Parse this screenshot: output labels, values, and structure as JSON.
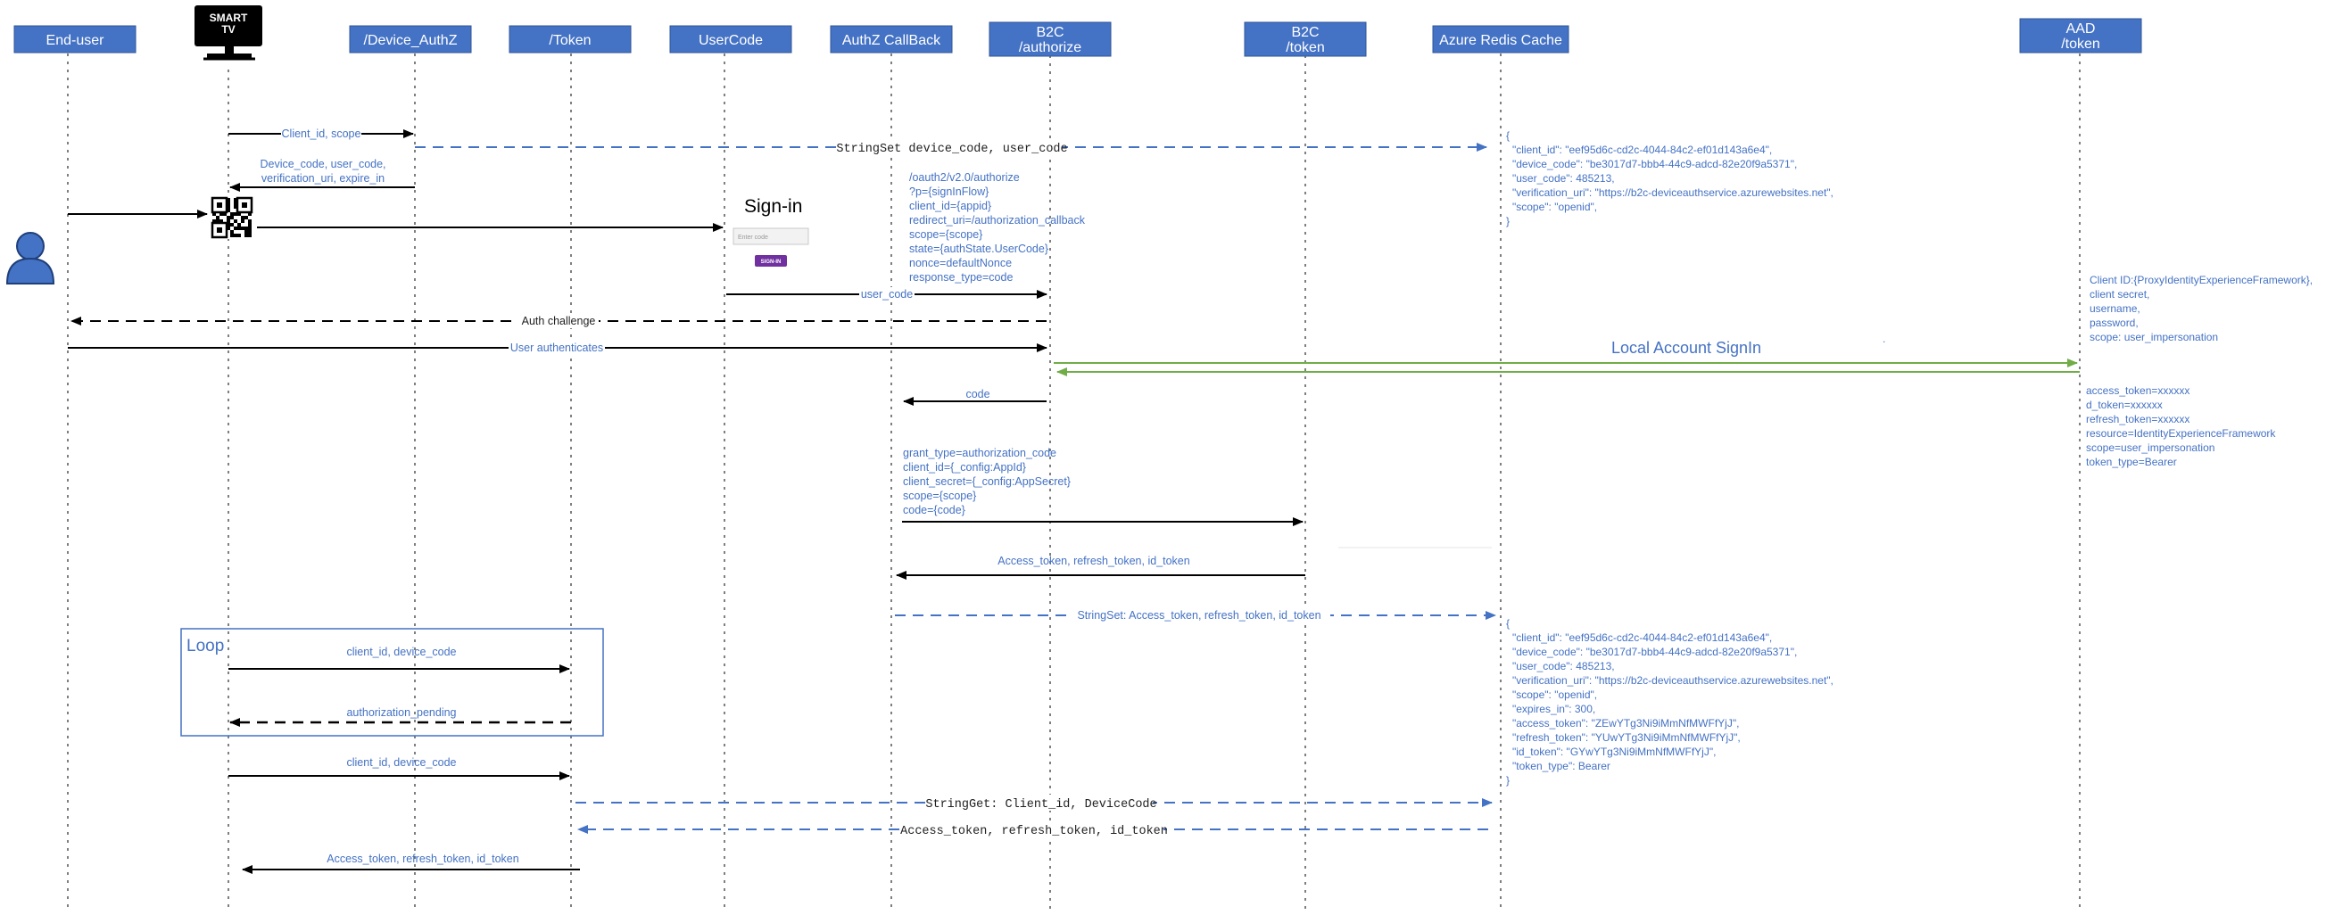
{
  "participants": [
    {
      "name": "End-user"
    },
    {
      "name": "SMART TV"
    },
    {
      "name": "/Device_AuthZ"
    },
    {
      "name": "/Token"
    },
    {
      "name": "UserCode"
    },
    {
      "name": "AuthZ CallBack"
    },
    {
      "name": "B2C\n/authorize"
    },
    {
      "name": "B2C\n/token"
    },
    {
      "name": "Azure Redis Cache"
    },
    {
      "name": "AAD\n/token"
    }
  ],
  "messages": {
    "m1": "Client_id, scope",
    "m2": "StringSet device_code, user_code",
    "m3": "Device_code, user_code,\nverification_uri, expire_in",
    "m4": "user_code",
    "m5": "Auth challenge",
    "m6": "User authenticates",
    "m7": "Local Account SignIn",
    "m8": "code",
    "m9": "Access_token, refresh_token, id_token",
    "m10": "StringSet:  Access_token, refresh_token, id_token",
    "m11": "client_id, device_code",
    "m12": "authorization_pending",
    "m13": "client_id, device_code",
    "m14": "StringGet: Client_id, DeviceCode",
    "m15": "Access_token, refresh_token, id_token",
    "m16": "Access_token, refresh_token, id_token"
  },
  "signin": {
    "title": "Sign-in",
    "placeholder": "Enter code",
    "button": "SIGN-IN"
  },
  "loop_label": "Loop",
  "notes": {
    "authorize_request": [
      "/oauth2/v2.0/authorize",
      "?p={signInFlow}",
      "client_id={appid}",
      "redirect_uri=/authorization_callback",
      "scope={scope}",
      "state={authState.UserCode}",
      "nonce=defaultNonce",
      "response_type=code"
    ],
    "token_request": [
      "grant_type=authorization_code",
      "client_id={_config:AppId}",
      "client_secret={_config:AppSecret}",
      "scope={scope}",
      "code={code}"
    ],
    "aad_request": [
      "Client ID:{ProxyIdentityExperienceFramework},",
      "client secret,",
      "username,",
      "password,",
      "scope: user_impersonation"
    ],
    "aad_response": [
      "access_token=xxxxxx",
      "d_token=xxxxxx",
      "refresh_token=xxxxxx",
      "resource=IdentityExperienceFramework",
      "scope=user_impersonation",
      "token_type=Bearer"
    ],
    "cache_json_1": [
      "{",
      "\"client_id\": \"eef95d6c-cd2c-4044-84c2-ef01d143a6e4\",",
      "\"device_code\": \"be3017d7-bbb4-44c9-adcd-82e20f9a5371\",",
      "\"user_code\": 485213,",
      "\"verification_uri\": \"https://b2c-deviceauthservice.azurewebsites.net\",",
      "\"scope\": \"openid\",",
      "}"
    ],
    "cache_json_2": [
      "{",
      "\"client_id\": \"eef95d6c-cd2c-4044-84c2-ef01d143a6e4\",",
      "\"device_code\": \"be3017d7-bbb4-44c9-adcd-82e20f9a5371\",",
      "\"user_code\": 485213,",
      "\"verification_uri\": \"https://b2c-deviceauthservice.azurewebsites.net\",",
      "\"scope\": \"openid\",",
      "\"expires_in\": 300,",
      "\"access_token\": \"ZEwYTg3Ni9iMmNfMWFfYjJ\",",
      "\"refresh_token\": \"YUwYTg3Ni9iMmNfMWFfYjJ\",",
      "\"id_token\": \"GYwYTg3Ni9iMmNfMWFfYjJ\",",
      "\"token_type\": Bearer",
      "}"
    ]
  },
  "stray_mark": ".",
  "icons": {
    "user": "person-icon",
    "tv": "tv-icon",
    "qr": "qr-code-icon"
  },
  "colors": {
    "header": "#4472c4",
    "text_blue": "#4472c4",
    "dashed_blue": "#4472c4",
    "green": "#70ad47",
    "black": "#000000",
    "signin_button": "#7030a0"
  }
}
